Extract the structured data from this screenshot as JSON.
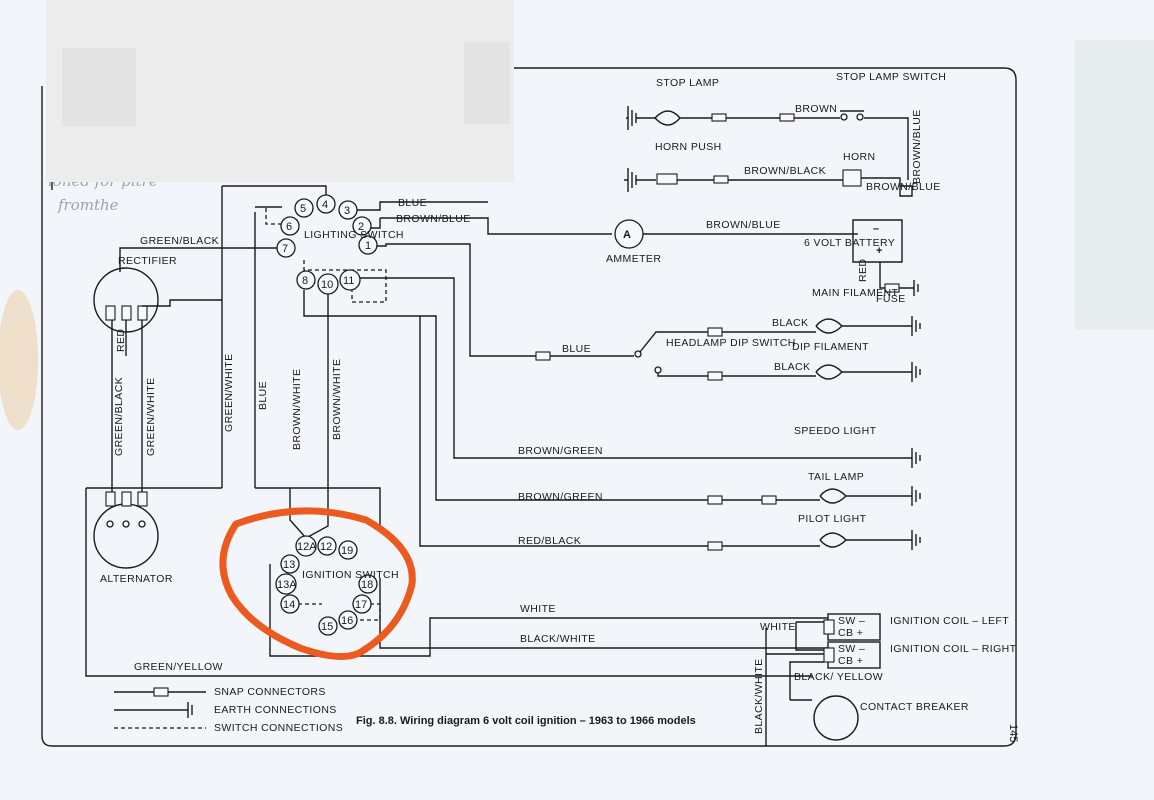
{
  "title": "Fig. 8.8. Wiring diagram 6 volt coil ignition – 1963 to 1966 models",
  "page_number": "145",
  "components": {
    "stop_lamp": "STOP LAMP",
    "stop_lamp_switch": "STOP LAMP SWITCH",
    "horn_push": "HORN PUSH",
    "horn": "HORN",
    "lighting_switch": "LIGHTING SWITCH",
    "ammeter": "AMMETER",
    "ammeter_symbol": "A",
    "battery": "6 VOLT BATTERY",
    "fuse": "FUSE",
    "rectifier": "RECTIFIER",
    "main_filament": "MAIN FILAMENT",
    "headlamp_dip_switch": "HEADLAMP DIP SWITCH",
    "dip_filament": "DIP FILAMENT",
    "speedo_light": "SPEEDO LIGHT",
    "tail_lamp": "TAIL LAMP",
    "pilot_light": "PILOT LIGHT",
    "ignition_switch": "IGNITION SWITCH",
    "alternator": "ALTERNATOR",
    "coil_left": "IGNITION COIL – LEFT",
    "coil_right": "IGNITION COIL – RIGHT",
    "contact_breaker": "CONTACT BREAKER",
    "sw": "SW –",
    "cb": "CB +"
  },
  "wires": {
    "brown": "BROWN",
    "brown_black": "BROWN/BLACK",
    "brown_blue": "BROWN/BLUE",
    "blue": "BLUE",
    "green_black": "GREEN/BLACK",
    "red": "RED",
    "green_white": "GREEN/WHITE",
    "brown_white": "BROWN/WHITE",
    "brown_green": "BROWN/GREEN",
    "red_black": "RED/BLACK",
    "black": "BLACK",
    "white": "WHITE",
    "black_white": "BLACK/WHITE",
    "green_yellow": "GREEN/YELLOW",
    "black_yellow": "BLACK/ YELLOW"
  },
  "lighting_switch_terminals": [
    "1",
    "2",
    "3",
    "4",
    "5",
    "6",
    "7",
    "8",
    "10",
    "11"
  ],
  "ignition_switch_terminals": [
    "12A",
    "12",
    "19",
    "13",
    "13A",
    "18",
    "14",
    "17",
    "15",
    "16"
  ],
  "legend": {
    "snap": "SNAP CONNECTORS",
    "earth": "EARTH CONNECTIONS",
    "switch": "SWITCH CONNECTIONS"
  },
  "battery_polarity": {
    "neg": "–",
    "pos": "+"
  },
  "handwritten_notes": [
    "ioned for pitre",
    "fromthe"
  ],
  "annotation_color": "#ec5a1f"
}
